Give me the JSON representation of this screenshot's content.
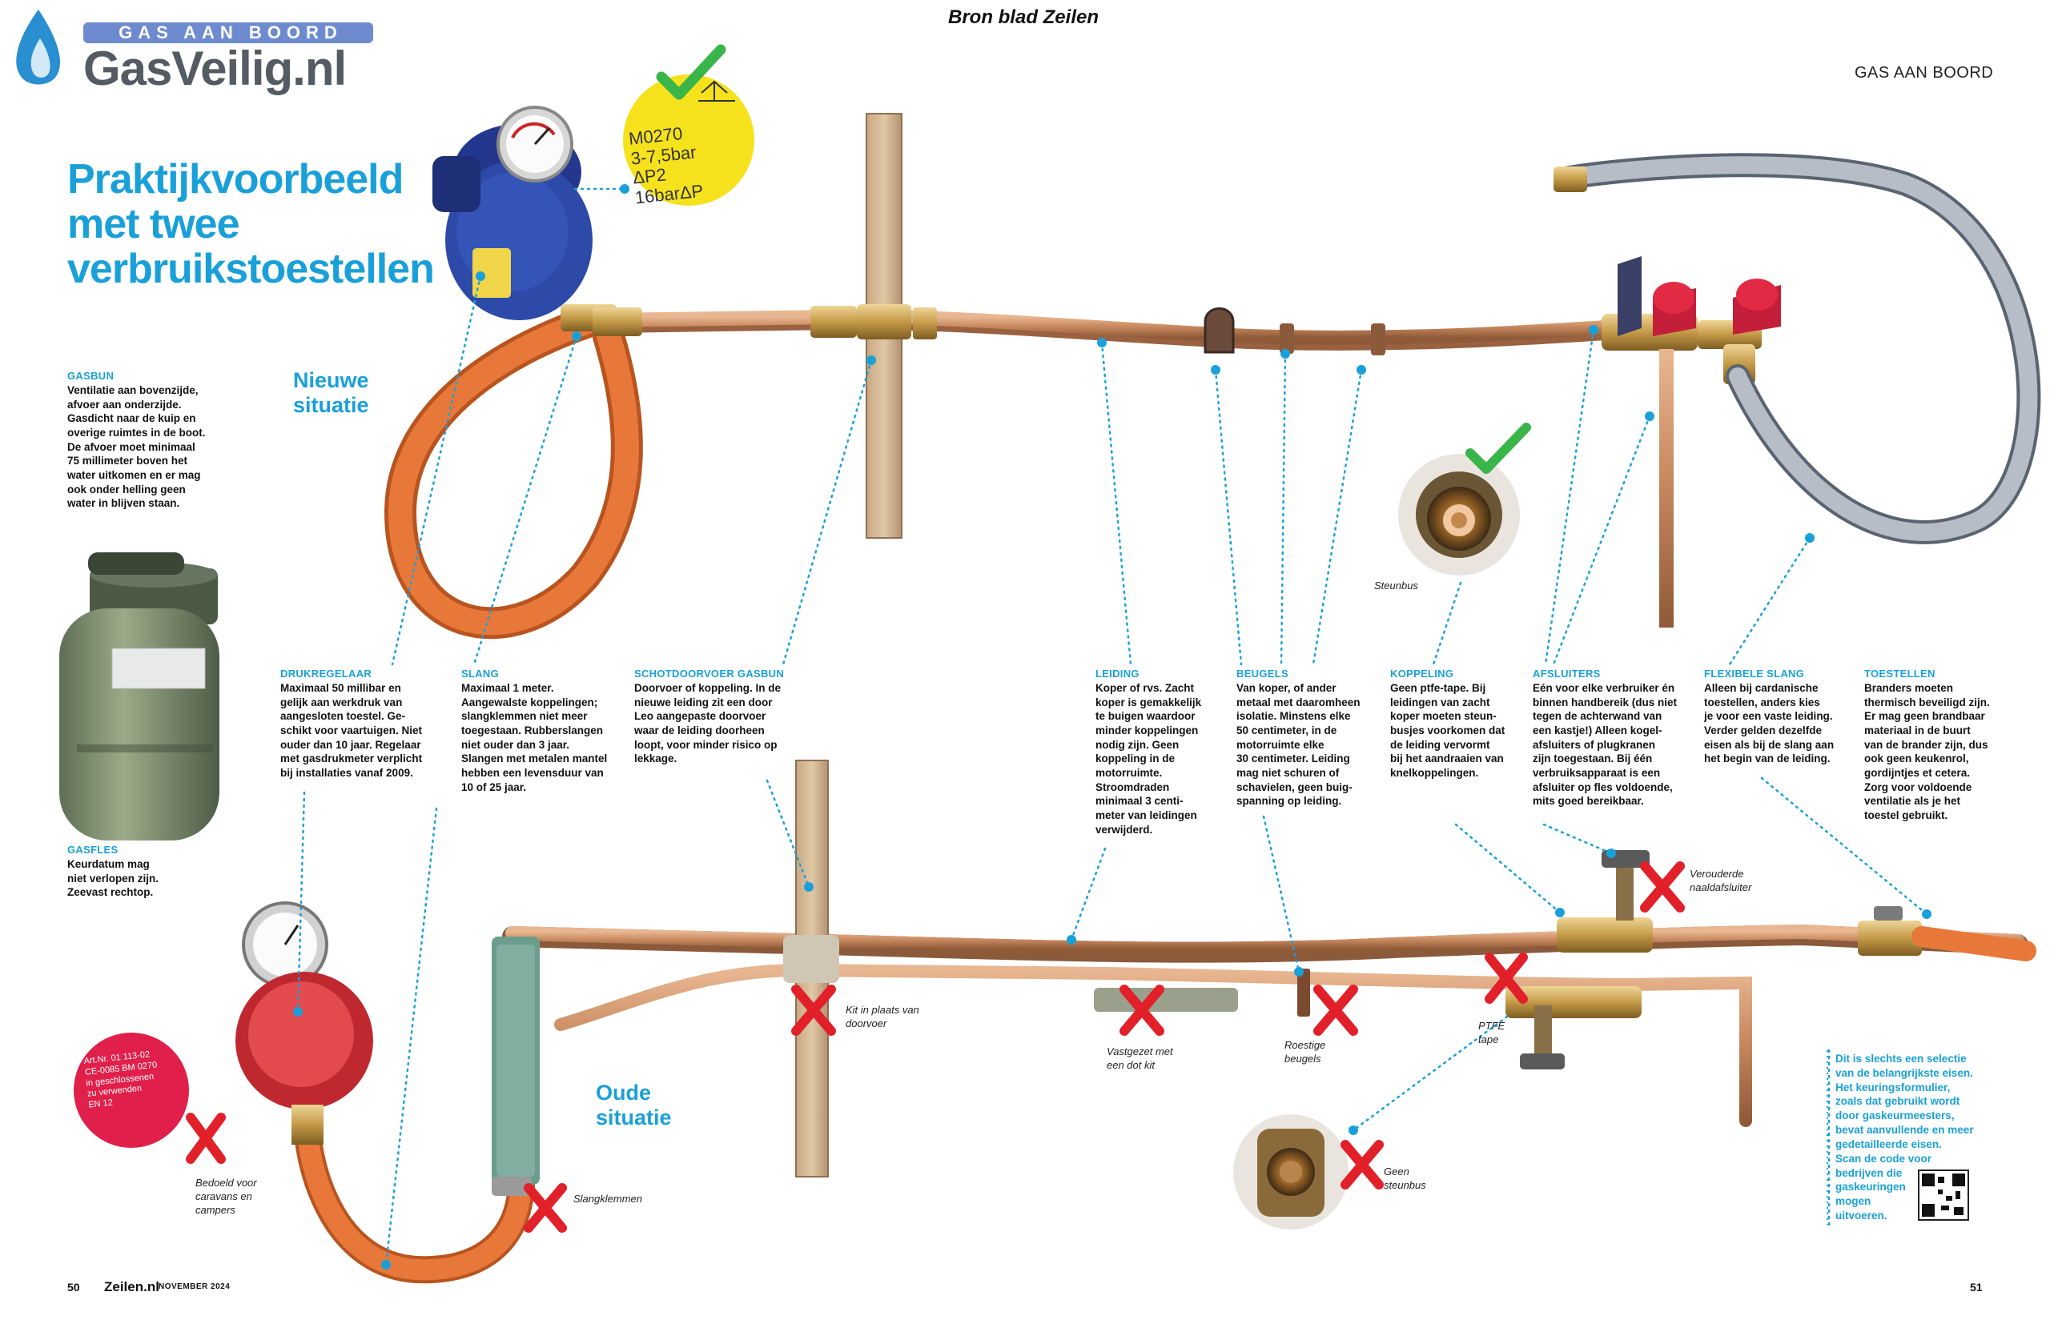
{
  "logo": {
    "tagline": "GAS AAN BOORD",
    "name": "GasVeilig.nl"
  },
  "source_note": "Bron blad Zeilen",
  "section_label": "GAS AAN BOORD",
  "title": {
    "line1": "Praktijkvoorbeeld",
    "line2": "met twee",
    "line3": "verbruikstoestellen"
  },
  "situations": {
    "new": {
      "line1": "Nieuwe",
      "line2": "situatie"
    },
    "old": {
      "line1": "Oude",
      "line2": "situatie"
    }
  },
  "blocks": {
    "gasbun": {
      "heading": "GASBUN",
      "lines": [
        "Ventilatie aan bovenzijde,",
        "afvoer aan onderzijde.",
        "Gasdicht naar de kuip en",
        "overige ruimtes in de boot.",
        "De afvoer moet minimaal",
        "75 millimeter boven het",
        "water uitkomen en er mag",
        "ook onder helling geen",
        "water in blijven staan."
      ]
    },
    "gasfles": {
      "heading": "GASFLES",
      "lines": [
        "Keurdatum mag",
        "niet verlopen zijn.",
        "Zeevast rechtop."
      ]
    },
    "drukregelaar": {
      "heading": "DRUKREGELAAR",
      "lines": [
        "Maximaal 50 millibar en",
        "gelijk aan werkdruk van",
        "aangesloten toestel. Ge-",
        "schikt voor vaartuigen. Niet",
        "ouder dan 10 jaar. Regelaar",
        "met gasdrukmeter verplicht",
        "bij installaties vanaf 2009."
      ]
    },
    "slang": {
      "heading": "SLANG",
      "lines": [
        "Maximaal 1 meter.",
        "Aangewalste koppelingen;",
        "slangklemmen niet meer",
        "toegestaan. Rubberslangen",
        "niet ouder dan 3 jaar.",
        "Slangen met metalen mantel",
        "hebben een levensduur van",
        "10 of 25 jaar."
      ]
    },
    "schotdoorvoer": {
      "heading": "SCHOTDOORVOER GASBUN",
      "lines": [
        "Doorvoer of koppeling. In de",
        "nieuwe leiding zit een door",
        "Leo aangepaste doorvoer",
        "waar de leiding doorheen",
        "loopt, voor minder risico op",
        "lekkage."
      ]
    },
    "leiding": {
      "heading": "LEIDING",
      "lines": [
        "Koper of rvs. Zacht",
        "koper is gemakkelijk",
        "te buigen waardoor",
        "minder koppelingen",
        "nodig zijn. Geen",
        "koppeling in de",
        "motorruimte.",
        "Stroomdraden",
        "minimaal 3 centi-",
        "meter van leidingen",
        "verwijderd."
      ]
    },
    "beugels": {
      "heading": "BEUGELS",
      "lines": [
        "Van koper, of ander",
        "metaal met daaromheen",
        "isolatie. Minstens elke",
        "50 centimeter, in de",
        "motorruimte elke",
        "30 centimeter. Leiding",
        "mag niet schuren of",
        "schavielen, geen buig-",
        "spanning op leiding."
      ]
    },
    "koppeling": {
      "heading": "KOPPELING",
      "lines": [
        "Geen ptfe-tape. Bij",
        "leidingen van zacht",
        "koper moeten steun-",
        "busjes voorkomen dat",
        "de leiding vervormt",
        "bij het aandraaien van",
        "knelkoppelingen."
      ]
    },
    "afsluiters": {
      "heading": "AFSLUITERS",
      "lines": [
        "Eén voor elke verbruiker én",
        "binnen handbereik (dus niet",
        "tegen de achterwand van",
        "een kastje!) Alleen kogel-",
        "afsluiters of plugkranen",
        "zijn toegestaan. Bij één",
        "verbruiksapparaat is een",
        "afsluiter op fles voldoende,",
        "mits goed bereikbaar."
      ]
    },
    "flexibele_slang": {
      "heading": "FLEXIBELE SLANG",
      "lines": [
        "Alleen bij cardanische",
        "toestellen, anders kies",
        "je voor een vaste leiding.",
        "Verder gelden dezelfde",
        "eisen als bij de slang aan",
        "het begin van de leiding."
      ]
    },
    "toestellen": {
      "heading": "TOESTELLEN",
      "lines": [
        "Branders moeten",
        "thermisch beveiligd zijn.",
        "Er mag geen brandbaar",
        "materiaal in de buurt",
        "van de brander zijn, dus",
        "ook geen keukenrol,",
        "gordijntjes et cetera.",
        "Zorg voor voldoende",
        "ventilatie als je het",
        "toestel gebruikt."
      ]
    }
  },
  "info_box": {
    "lines": [
      "Dit is slechts een selectie",
      "van de belangrijkste eisen.",
      "Het keuringsformulier,",
      "zoals dat gebruikt wordt",
      "door gaskeurmeesters,",
      "bevat aanvullende en meer",
      "gedetailleerde eisen.",
      "Scan de code voor",
      "bedrijven die",
      "gaskeuringen",
      "mogen",
      "uitvoeren."
    ]
  },
  "captions": {
    "steunbus": "Steunbus",
    "geen_steunbus": [
      "Geen",
      "steunbus"
    ],
    "verouderde": [
      "Verouderde",
      "naaldafsluiter"
    ],
    "kit": [
      "Kit in plaats van",
      "doorvoer"
    ],
    "vastgezet": [
      "Vastgezet met",
      "een dot kit"
    ],
    "roestige": [
      "Roestige",
      "beugels"
    ],
    "ptfe": [
      "PTFE",
      "tape"
    ],
    "slangklemmen": "Slangklemmen",
    "bedoeld": [
      "Bedoeld voor",
      "caravans en",
      "campers"
    ]
  },
  "stickers": {
    "new_label": [
      "M0270",
      "3-7,5bar ΔP2",
      "16barΔP"
    ],
    "old_label": [
      "Art.Nr. 01 113-02",
      "CE-0085 BM 0270",
      "in geschlossenen",
      "zu verwenden",
      "EN 12"
    ]
  },
  "footer": {
    "left_page": "50",
    "magazine": "Zeilen.nl",
    "issue": "NOVEMBER 2024",
    "right_page": "51"
  },
  "colors": {
    "accent": "#1aa0d8",
    "hose": "#e06a2e",
    "copper": "#c88a5e",
    "check": "#3ab54a",
    "cross": "#e2202a",
    "valve": "#d8203a",
    "yellow_sticker": "#f6e21c",
    "red_sticker": "#e0204a"
  },
  "icons": {
    "check": "check-icon",
    "cross": "cross-icon",
    "flame": "gas-flame-icon",
    "qr": "qr-code-icon"
  }
}
